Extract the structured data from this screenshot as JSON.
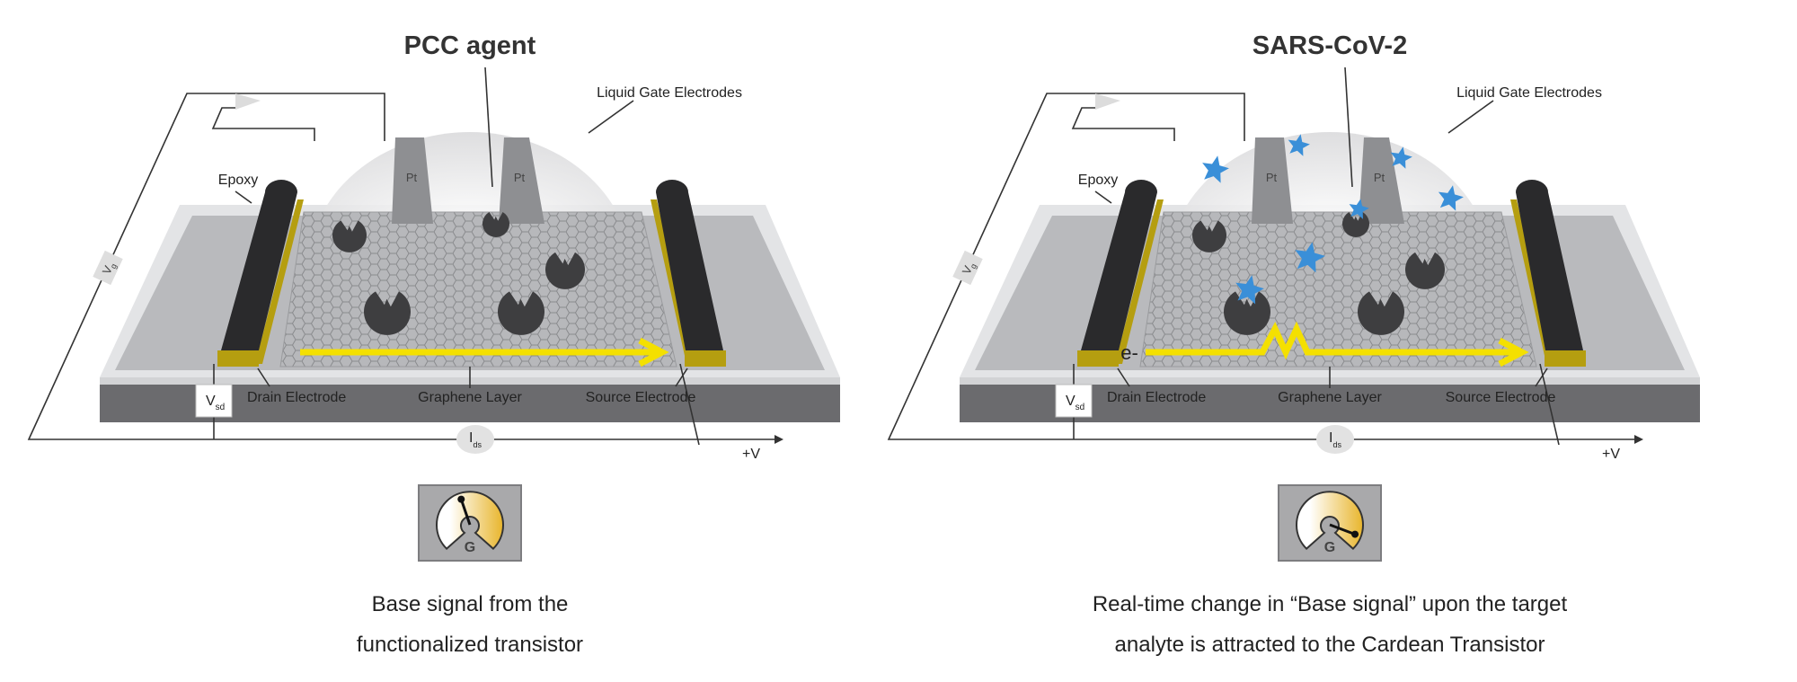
{
  "panels": [
    {
      "title": "PCC agent",
      "labels": {
        "liquid_gate": "Liquid Gate Electrodes",
        "epoxy": "Epoxy",
        "pt1": "Pt",
        "pt2": "Pt",
        "drain": "Drain Electrode",
        "graphene": "Graphene Layer",
        "source": "Source Electrode",
        "vsd_main": "V",
        "vsd_sub": "sd",
        "ids_main": "I",
        "ids_sub": "ds",
        "vg_main": "V",
        "vg_sub": "g",
        "plus_v": "+V",
        "electron": null
      },
      "gauge": {
        "letter": "G",
        "needle_level": 0.43
      },
      "caption": [
        "Base signal from the",
        "functionalized transistor"
      ],
      "stars": false,
      "zigzag": false
    },
    {
      "title": "SARS-CoV-2",
      "labels": {
        "liquid_gate": "Liquid Gate Electrodes",
        "epoxy": "Epoxy",
        "pt1": "Pt",
        "pt2": "Pt",
        "drain": "Drain Electrode",
        "graphene": "Graphene Layer",
        "source": "Source Electrode",
        "vsd_main": "V",
        "vsd_sub": "sd",
        "ids_main": "I",
        "ids_sub": "ds",
        "vg_main": "V",
        "vg_sub": "g",
        "plus_v": "+V",
        "electron": "e-"
      },
      "gauge": {
        "letter": "G",
        "needle_level": 0.91
      },
      "caption": [
        "Real-time change in “Base signal” upon the target",
        "analyte is attracted to the Cardean Transistor"
      ],
      "stars": true,
      "zigzag": true
    }
  ],
  "colors": {
    "star": "#3a8fd8",
    "signal": "#f4e000",
    "electrode": "#b59e10",
    "epoxy": "#2a2a2c",
    "analyte": "#3e3e40",
    "gauge_high": "#e8b52c"
  }
}
